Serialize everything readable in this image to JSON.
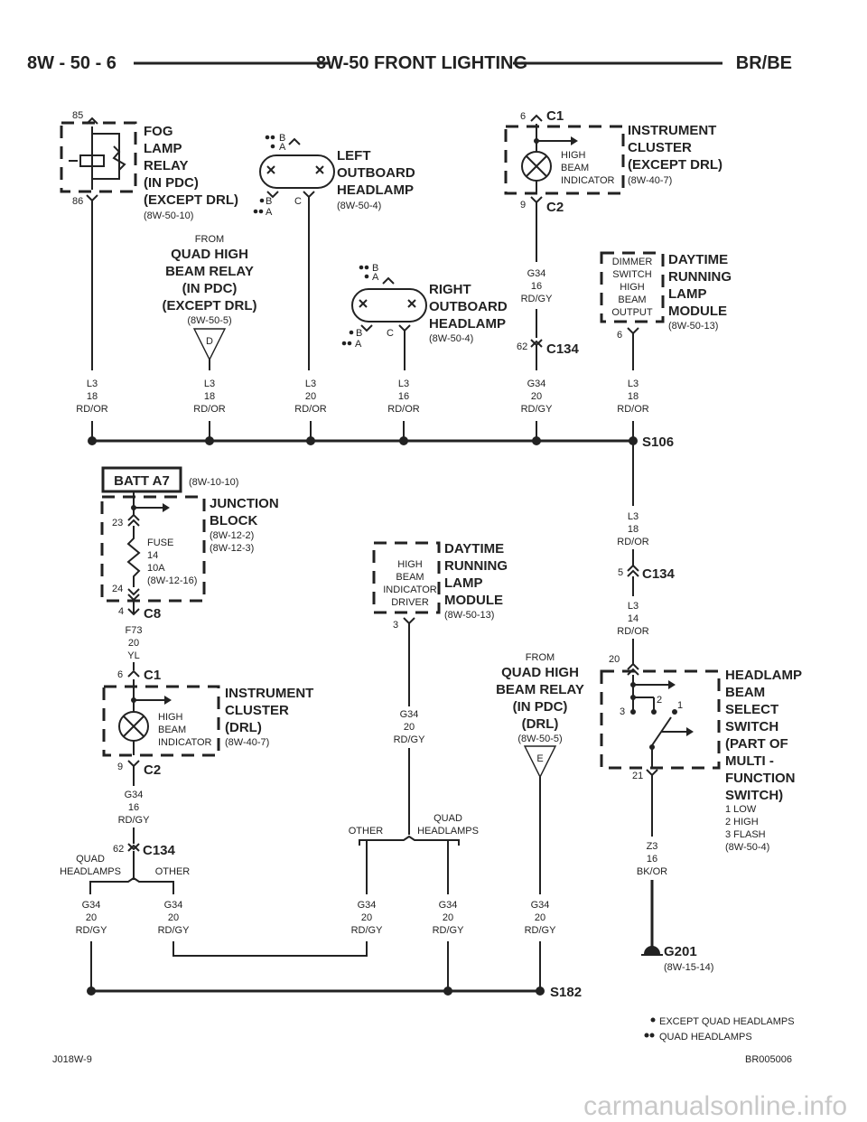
{
  "header": {
    "left": "8W - 50 - 6",
    "center": "8W-50 FRONT LIGHTING",
    "right": "BR/BE"
  },
  "footer": {
    "left": "J018W-9",
    "right": "BR005006"
  },
  "watermark": "carmanualsonline.info",
  "fog_relay": {
    "pin_top": "85",
    "pin_bottom": "86",
    "l1": "FOG",
    "l2": "LAMP",
    "l3": "RELAY",
    "l4": "(IN PDC)",
    "l5": "(EXCEPT DRL)",
    "ref": "(8W-50-10)"
  },
  "left_headlamp": {
    "l1": "LEFT",
    "l2": "OUTBOARD",
    "l3": "HEADLAMP",
    "ref": "(8W-50-4)",
    "b": "B",
    "a": "A",
    "c": "C"
  },
  "quad_high_top": {
    "from": "FROM",
    "l1": "QUAD HIGH",
    "l2": "BEAM RELAY",
    "l3": "(IN PDC)",
    "l4": "(EXCEPT DRL)",
    "ref": "(8W-50-5)",
    "pin": "D"
  },
  "right_headlamp": {
    "l1": "RIGHT",
    "l2": "OUTBOARD",
    "l3": "HEADLAMP",
    "ref": "(8W-50-4)",
    "b": "B",
    "a": "A",
    "c": "C"
  },
  "cluster_top": {
    "c1": "C1",
    "c2": "C2",
    "pin_top": "6",
    "pin_bottom": "9",
    "ind1": "HIGH",
    "ind2": "BEAM",
    "ind3": "INDICATOR",
    "l1": "INSTRUMENT",
    "l2": "CLUSTER",
    "l3": "(EXCEPT DRL)",
    "ref": "(8W-40-7)"
  },
  "drl_top": {
    "box1": "DIMMER",
    "box2": "SWITCH",
    "box3": "HIGH",
    "box4": "BEAM",
    "box5": "OUTPUT",
    "pin": "6",
    "l1": "DAYTIME",
    "l2": "RUNNING",
    "l3": "LAMP",
    "l4": "MODULE",
    "ref": "(8W-50-13)"
  },
  "wires_top": [
    {
      "circuit": "L3",
      "gauge": "18",
      "color": "RD/OR"
    },
    {
      "circuit": "L3",
      "gauge": "18",
      "color": "RD/OR"
    },
    {
      "circuit": "L3",
      "gauge": "20",
      "color": "RD/OR"
    },
    {
      "circuit": "L3",
      "gauge": "16",
      "color": "RD/OR"
    },
    {
      "circuit": "G34",
      "gauge": "20",
      "color": "RD/GY"
    },
    {
      "circuit": "L3",
      "gauge": "18",
      "color": "RD/OR"
    }
  ],
  "g34_upper": {
    "circuit": "G34",
    "gauge": "16",
    "color": "RD/GY"
  },
  "c134_top": {
    "pin": "62",
    "label": "C134"
  },
  "splice_top": "S106",
  "batt": {
    "label": "BATT A7",
    "ref": "(8W-10-10)"
  },
  "junction": {
    "l1": "JUNCTION",
    "l2": "BLOCK",
    "ref1": "(8W-12-2)",
    "ref2": "(8W-12-3)",
    "pin_top": "23",
    "pin_bottom": "24",
    "fuse1": "FUSE",
    "fuse2": "14",
    "fuse3": "10A",
    "fuse_ref": "(8W-12-16)",
    "c8_pin": "4",
    "c8": "C8"
  },
  "f73": {
    "circuit": "F73",
    "gauge": "20",
    "color": "YL"
  },
  "cluster_drl": {
    "c1": "C1",
    "c2": "C2",
    "pin_top": "6",
    "pin_bottom": "9",
    "ind1": "HIGH",
    "ind2": "BEAM",
    "ind3": "INDICATOR",
    "l1": "INSTRUMENT",
    "l2": "CLUSTER",
    "l3": "(DRL)",
    "ref": "(8W-40-7)"
  },
  "g34_cluster": {
    "circuit": "G34",
    "gauge": "16",
    "color": "RD/GY"
  },
  "c134_bottom": {
    "pin": "62",
    "label": "C134"
  },
  "drl_mid": {
    "box1": "HIGH",
    "box2": "BEAM",
    "box3": "INDICATOR",
    "box4": "DRIVER",
    "pin": "3",
    "l1": "DAYTIME",
    "l2": "RUNNING",
    "l3": "LAMP",
    "l4": "MODULE",
    "ref": "(8W-50-13)"
  },
  "g34_mid": {
    "circuit": "G34",
    "gauge": "20",
    "color": "RD/GY"
  },
  "right_chain": {
    "w1": {
      "circuit": "L3",
      "gauge": "18",
      "color": "RD/OR"
    },
    "c134_pin": "5",
    "c134": "C134",
    "w2": {
      "circuit": "L3",
      "gauge": "14",
      "color": "RD/OR"
    }
  },
  "quad_high_drl": {
    "from": "FROM",
    "l1": "QUAD HIGH",
    "l2": "BEAM RELAY",
    "l3": "(IN PDC)",
    "l4": "(DRL)",
    "ref": "(8W-50-5)",
    "pin": "E"
  },
  "switch": {
    "pin_top": "20",
    "pin_bottom": "21",
    "p3": "3",
    "p2": "2",
    "p1": "1",
    "l1": "HEADLAMP",
    "l2": "BEAM",
    "l3": "SELECT",
    "l4": "SWITCH",
    "l5": "(PART OF",
    "l6": "MULTI -",
    "l7": "FUNCTION",
    "l8": "SWITCH)",
    "pos1": "1 LOW",
    "pos2": "2 HIGH",
    "pos3": "3 FLASH",
    "ref": "(8W-50-4)"
  },
  "z3": {
    "circuit": "Z3",
    "gauge": "16",
    "color": "BK/OR"
  },
  "ground": {
    "label": "G201",
    "ref": "(8W-15-14)"
  },
  "branch_left": {
    "a": "QUAD",
    "b": "HEADLAMPS",
    "c": "OTHER"
  },
  "branch_mid": {
    "a": "OTHER",
    "b": "QUAD",
    "c": "HEADLAMPS"
  },
  "wires_bottom": [
    {
      "circuit": "G34",
      "gauge": "20",
      "color": "RD/GY"
    },
    {
      "circuit": "G34",
      "gauge": "20",
      "color": "RD/GY"
    },
    {
      "circuit": "G34",
      "gauge": "20",
      "color": "RD/GY"
    },
    {
      "circuit": "G34",
      "gauge": "20",
      "color": "RD/GY"
    },
    {
      "circuit": "G34",
      "gauge": "20",
      "color": "RD/GY"
    }
  ],
  "splice_bottom": "S182",
  "legend": {
    "one": "EXCEPT QUAD HEADLAMPS",
    "two": "QUAD HEADLAMPS"
  }
}
